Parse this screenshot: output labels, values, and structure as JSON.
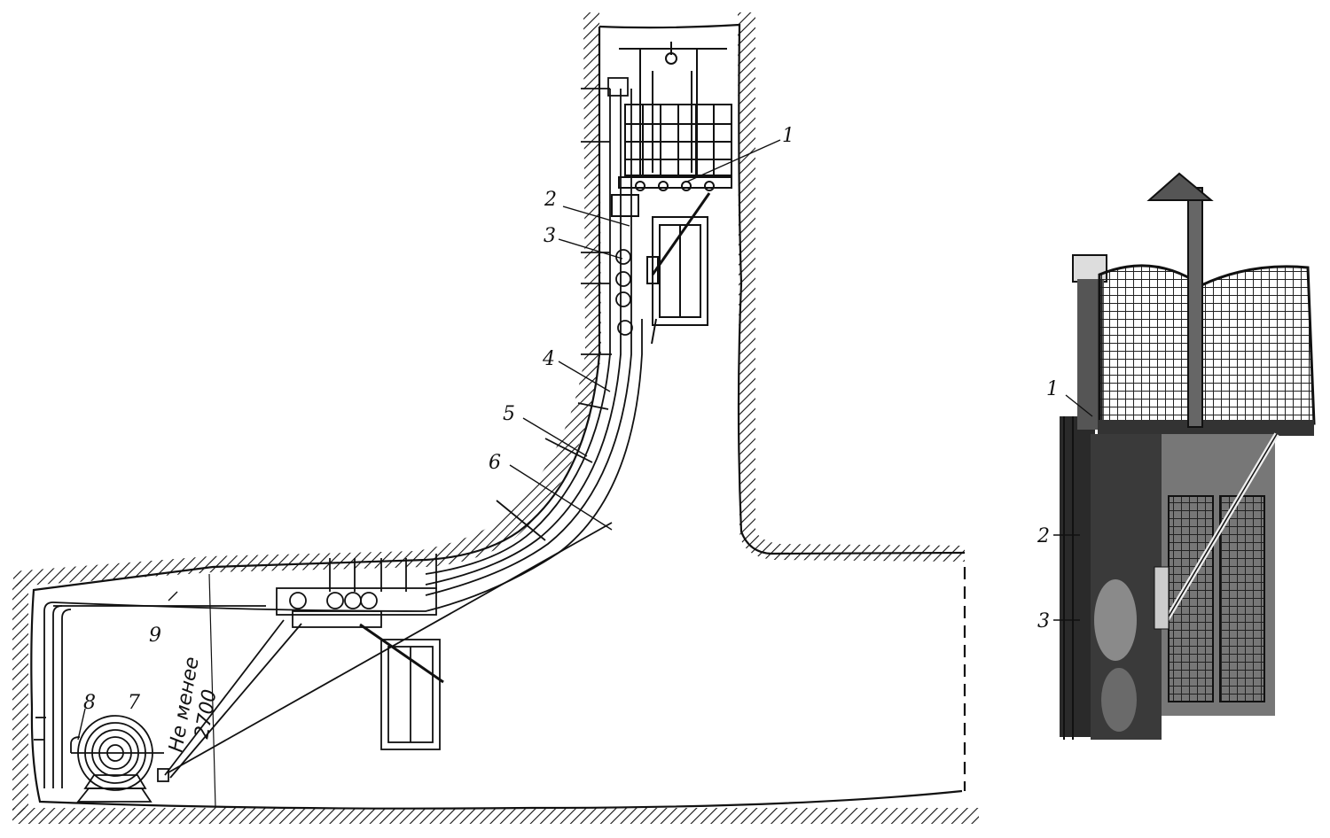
{
  "diagram": {
    "labels": {
      "l1": "1",
      "l2": "2",
      "l3": "3",
      "l4": "4",
      "l5": "5",
      "l6": "6",
      "l7": "7",
      "l8": "8",
      "l9": "9"
    },
    "dimension": {
      "line1": "Не менее",
      "line2": "2700"
    },
    "photo_labels": {
      "p1": "1",
      "p2": "2",
      "p3": "3"
    }
  }
}
